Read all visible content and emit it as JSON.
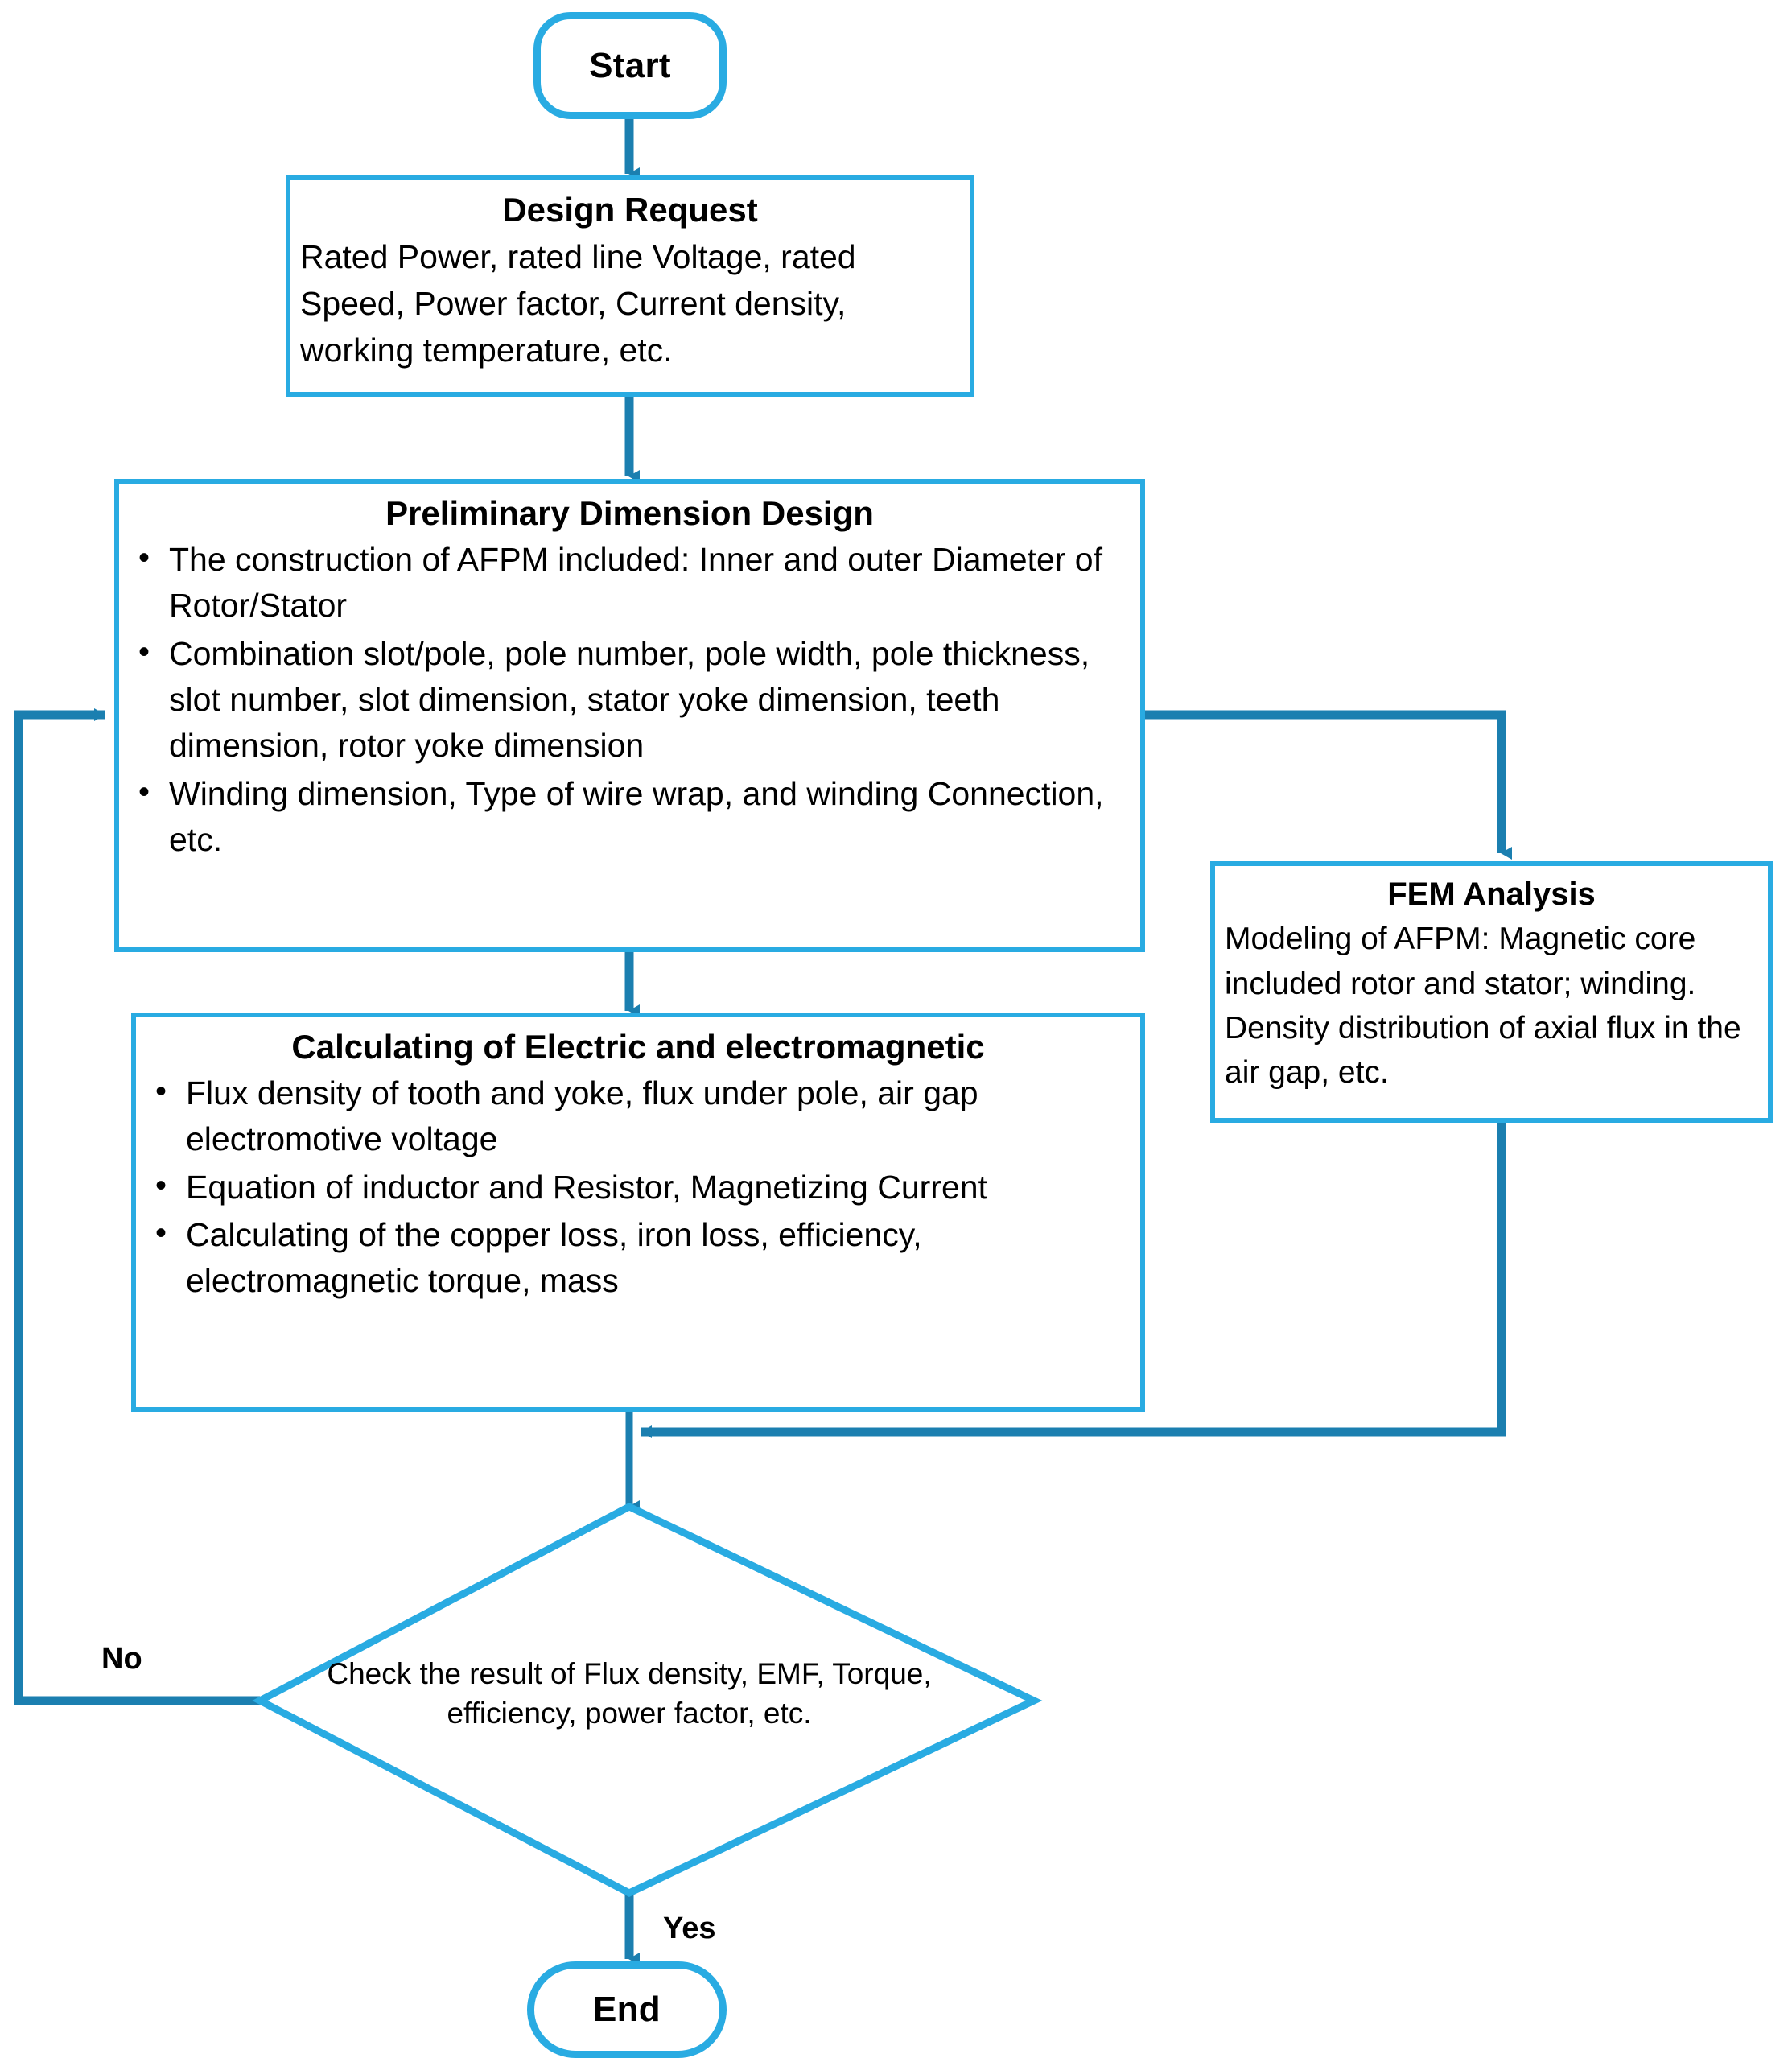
{
  "diagram": {
    "title": "AFPM Motor Design Flowchart",
    "colors": {
      "node_border": "#29abe2",
      "connector": "#1b7fb0",
      "text": "#000000",
      "background": "#ffffff"
    }
  },
  "nodes": {
    "start": {
      "label": "Start",
      "shape": "terminator"
    },
    "design_request": {
      "title": "Design Request",
      "body": "Rated Power, rated line Voltage, rated Speed, Power factor, Current density, working temperature, etc.",
      "shape": "process"
    },
    "preliminary": {
      "title": "Preliminary Dimension Design",
      "shape": "process",
      "bullets": [
        "The construction of AFPM included: Inner and outer Diameter of Rotor/Stator",
        "Combination slot/pole, pole number, pole width, pole thickness, slot number, slot dimension, stator yoke dimension, teeth dimension, rotor yoke dimension",
        "Winding dimension, Type of wire wrap, and winding Connection, etc."
      ]
    },
    "fem_analysis": {
      "title": "FEM Analysis",
      "body": "Modeling of AFPM: Magnetic core included rotor and stator; winding. Density distribution of axial flux in the air gap, etc.",
      "shape": "process"
    },
    "calculating": {
      "title": "Calculating of Electric and electromagnetic",
      "shape": "process",
      "bullets": [
        "Flux density of tooth and yoke, flux under pole, air gap electromotive voltage",
        "Equation of inductor and Resistor, Magnetizing Current",
        "Calculating of the copper loss, iron loss, efficiency, electromagnetic torque, mass"
      ]
    },
    "decision": {
      "text_line1": "Check the result of Flux density, EMF, Torque,",
      "text_line2": "efficiency, power factor, etc.",
      "shape": "decision"
    },
    "end": {
      "label": "End",
      "shape": "terminator"
    }
  },
  "edge_labels": {
    "no": "No",
    "yes": "Yes"
  }
}
